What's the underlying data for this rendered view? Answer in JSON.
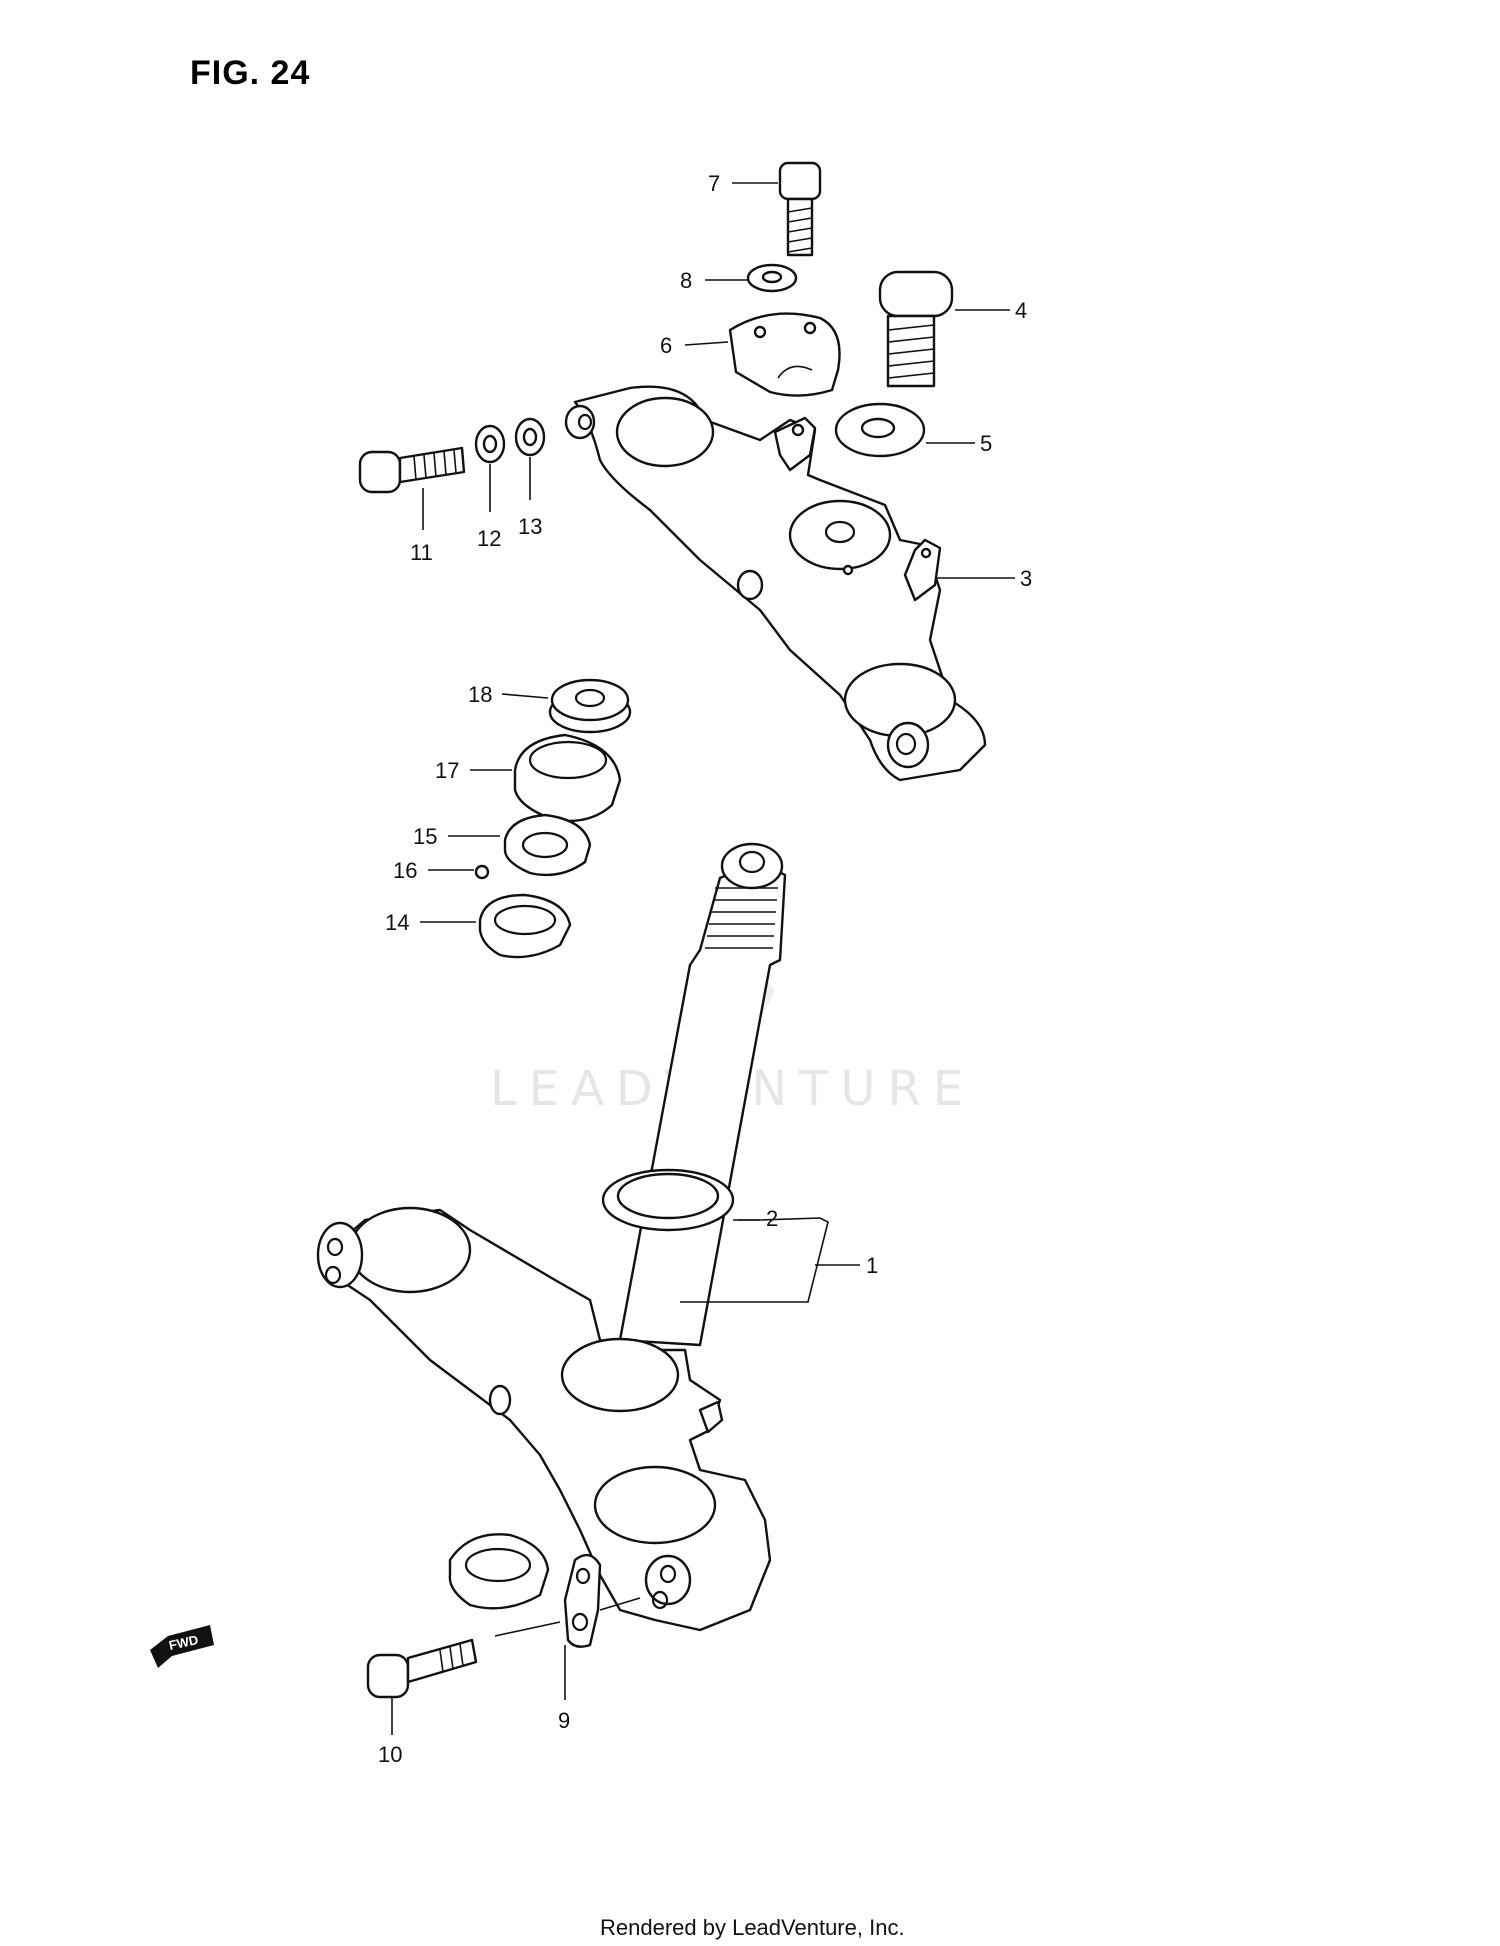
{
  "figure": {
    "title": "FIG. 24"
  },
  "callouts": [
    "1",
    "2",
    "3",
    "4",
    "5",
    "6",
    "7",
    "8",
    "9",
    "10",
    "11",
    "12",
    "13",
    "14",
    "15",
    "16",
    "17",
    "18"
  ],
  "direction_badge": "FWD",
  "watermark": "LEADVENTURE",
  "footer": "Rendered by LeadVenture, Inc."
}
